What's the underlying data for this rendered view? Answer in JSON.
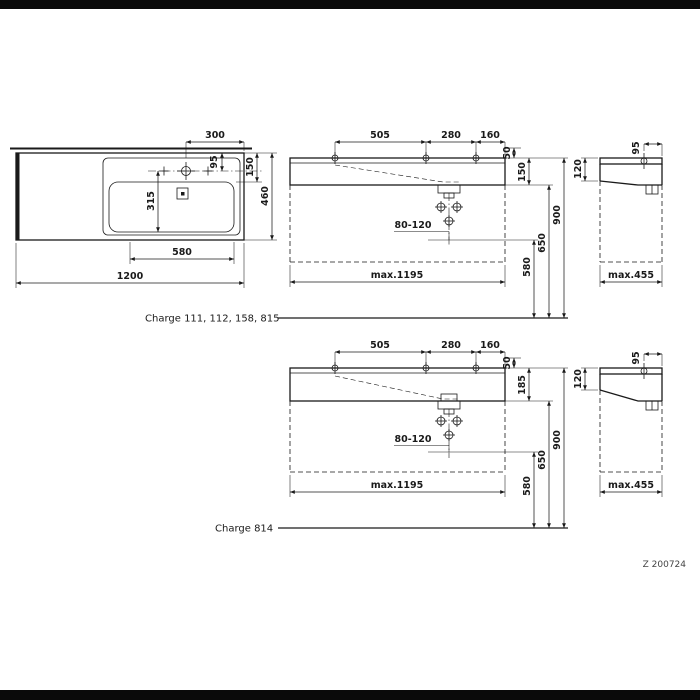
{
  "sheet": {
    "code": "Z 200724",
    "ink_color": "#1a1a1a",
    "paper_color": "#ffffff"
  },
  "variant1": {
    "label": "Charge 111, 112, 158, 815",
    "plan": {
      "d300": "300",
      "d95": "95",
      "d150": "150",
      "d460": "460",
      "d315": "315",
      "d580": "580",
      "d1200": "1200"
    },
    "front": {
      "d505": "505",
      "d280": "280",
      "d160": "160",
      "d50": "50",
      "d150": "150",
      "d80_120": "80-120",
      "d580": "580",
      "d650": "650",
      "d900": "900",
      "dmax_width": "max.1195"
    },
    "side": {
      "d95": "95",
      "d120": "120",
      "dmax_depth": "max.455"
    }
  },
  "variant2": {
    "label": "Charge 814",
    "front": {
      "d505": "505",
      "d280": "280",
      "d160": "160",
      "d50": "50",
      "d185": "185",
      "d80_120": "80-120",
      "d580": "580",
      "d650": "650",
      "d900": "900",
      "dmax_width": "max.1195"
    },
    "side": {
      "d95": "95",
      "d120": "120",
      "dmax_depth": "max.455"
    }
  }
}
